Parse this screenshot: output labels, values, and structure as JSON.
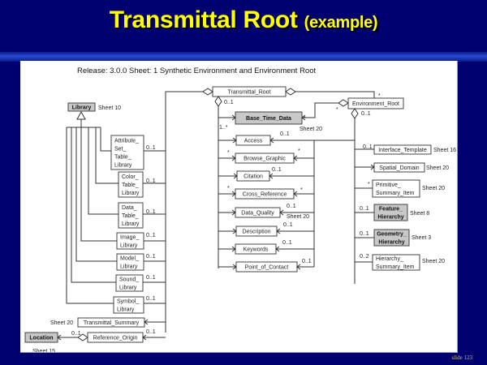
{
  "slide": {
    "title": "Transmittal Root",
    "title_suffix": "(example)",
    "footer": "slide 123"
  },
  "diagram": {
    "header": "Release: 3.0.0  Sheet: 1  Synthetic Environment and Environment Root",
    "colors": {
      "background": "#000070",
      "title": "#ffff00",
      "highlight_box": "#c8c8c8",
      "box": "#ffffff",
      "line": "#333333"
    },
    "classes": {
      "library": {
        "lines": [
          "Library"
        ],
        "note": "Sheet 10"
      },
      "transmittal_root": {
        "lines": [
          "Transmittal_Root"
        ]
      },
      "environment_root": {
        "lines": [
          "Environment_Root"
        ]
      },
      "base_time_data": {
        "lines": [
          "Base_Time_Data"
        ],
        "note": "Sheet 20"
      },
      "access": {
        "lines": [
          "Access"
        ]
      },
      "browse_graphic": {
        "lines": [
          "Browse_Graphic"
        ]
      },
      "citation": {
        "lines": [
          "Citation"
        ]
      },
      "cross_reference": {
        "lines": [
          "Cross_Reference"
        ]
      },
      "data_quality": {
        "lines": [
          "Data_Quality"
        ],
        "note": "Sheet 20"
      },
      "description": {
        "lines": [
          "Description"
        ]
      },
      "keywords": {
        "lines": [
          "Keywords"
        ]
      },
      "point_of_contact": {
        "lines": [
          "Point_of_Contact"
        ]
      },
      "attribute_set_table_library": {
        "lines": [
          "Attribute_",
          "Set_",
          "Table_",
          "Library"
        ]
      },
      "color_table_library": {
        "lines": [
          "Color_",
          "Table_",
          "Library"
        ]
      },
      "data_table_library": {
        "lines": [
          "Data_",
          "Table_",
          "Library"
        ]
      },
      "image_library": {
        "lines": [
          "Image_",
          "Library"
        ]
      },
      "model_library": {
        "lines": [
          "Model_",
          "Library"
        ]
      },
      "sound_library": {
        "lines": [
          "Sound_",
          "Library"
        ]
      },
      "symbol_library": {
        "lines": [
          "Symbol_",
          "Library"
        ]
      },
      "transmittal_summary": {
        "lines": [
          "Transmittal_Summary"
        ],
        "note": "Sheet 20"
      },
      "reference_origin": {
        "lines": [
          "Reference_Origin"
        ]
      },
      "location": {
        "lines": [
          "Location"
        ],
        "note": "Sheet 15"
      },
      "interface_template": {
        "lines": [
          "Interface_Template"
        ],
        "note": "Sheet 16"
      },
      "spatial_domain": {
        "lines": [
          "Spatial_Domain"
        ],
        "note": "Sheet 20"
      },
      "primitive_summary_item": {
        "lines": [
          "Primitive_",
          "Summary_Item"
        ],
        "note": "Sheet 20"
      },
      "feature_hierarchy": {
        "lines": [
          "Feature_",
          "Hierarchy"
        ],
        "note": "Sheet 8"
      },
      "geometry_hierarchy": {
        "lines": [
          "Geometry_",
          "Hierarchy"
        ],
        "note": "Sheet 3"
      },
      "hierarchy_summary_item": {
        "lines": [
          "Hierarchy_",
          "Summary_Item"
        ],
        "note": "Sheet 20"
      }
    },
    "multiplicities": {
      "tr_to_env_star": "*",
      "env_to_base_star": "*",
      "base_star": "*",
      "tr_children": "0..1",
      "base_data_many": "1..*",
      "access": "0..1",
      "browse_left": "*",
      "browse_right": "*",
      "citation": "0..1",
      "xref_left": "*",
      "xref_right": "*",
      "data_quality": "0..1",
      "description": "0..1",
      "keywords": "0..1",
      "point_of_contact": "0..1",
      "env_children": "0..1",
      "interface_template": "0..1",
      "primitive_summary_item": "*",
      "feature_hierarchy": "0..1",
      "geometry_hierarchy": "0..1",
      "hierarchy_summary_item": "0..2",
      "attribute_set_table_library": "0..1",
      "color_table_library": "0..1",
      "data_table_library": "0..1",
      "image_library": "0..1",
      "model_library": "0..1",
      "sound_library": "0..1",
      "symbol_library": "0..1",
      "reference_origin": "0..1",
      "location": "0..1"
    }
  }
}
